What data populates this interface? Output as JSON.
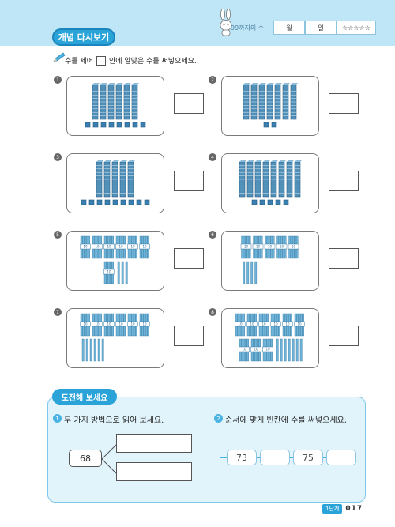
{
  "header": {
    "badge": "개념 다시보기",
    "topic": "99까지의 수",
    "month": "월",
    "day": "일",
    "stars": "☆☆☆☆☆"
  },
  "instruction": {
    "before": "수를 세어",
    "after": "안에 알맞은 수를 써넣으세요."
  },
  "problems": [
    {
      "num": "1",
      "type": "blocks",
      "tens": 6,
      "ones": 8
    },
    {
      "num": "2",
      "type": "blocks",
      "tens": 7,
      "ones": 2
    },
    {
      "num": "3",
      "type": "blocks",
      "tens": 5,
      "ones": 9
    },
    {
      "num": "4",
      "type": "blocks",
      "tens": 8,
      "ones": 5
    },
    {
      "num": "5",
      "type": "sticks",
      "tens": 7,
      "ones": 3
    },
    {
      "num": "6",
      "type": "sticks",
      "tens": 5,
      "ones": 4
    },
    {
      "num": "7",
      "type": "sticks",
      "tens": 6,
      "ones": 6
    },
    {
      "num": "8",
      "type": "sticks",
      "tens": 9,
      "ones": 7
    }
  ],
  "bundle_label": "10",
  "challenge": {
    "badge": "도전해 보세요",
    "q1_num": "1",
    "q1_text": "두 가지 방법으로 읽어 보세요.",
    "q1_value": "68",
    "q2_num": "2",
    "q2_text": "순서에 맞게 빈칸에 수를 써넣으세요.",
    "sequence": [
      "73",
      "",
      "75",
      ""
    ]
  },
  "footer": {
    "unit": "1단계",
    "page": "017"
  },
  "colors": {
    "accent": "#2aa3d9",
    "band": "#bfe6f6",
    "challenge_bg": "#e1f4fc",
    "block": "#4f8fb8",
    "unit_cube": "#3a7fb0",
    "stick": "#6fb3d9"
  }
}
